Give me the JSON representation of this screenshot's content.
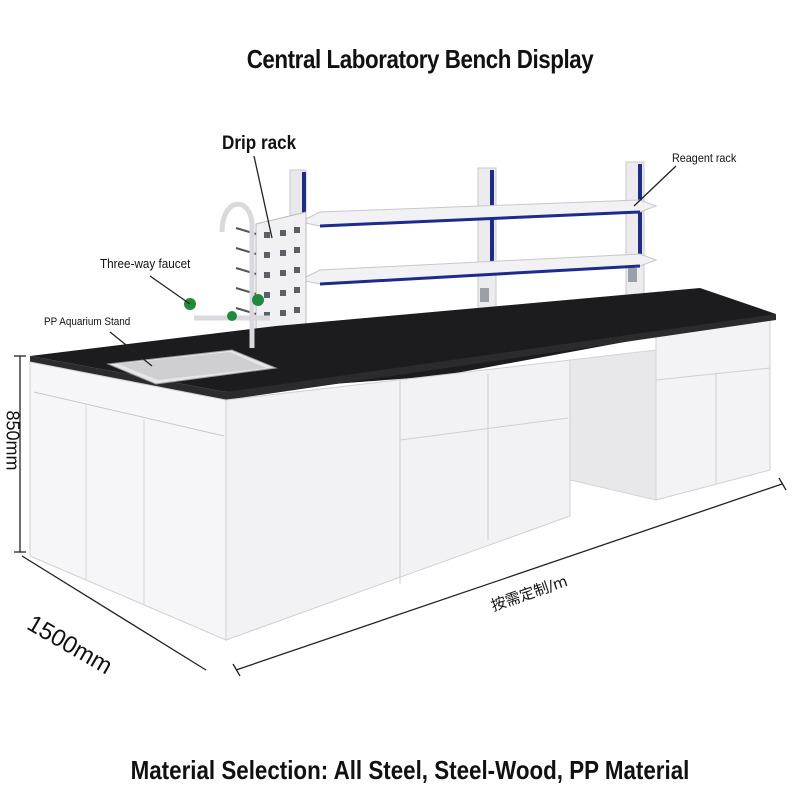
{
  "title": "Central Laboratory Bench Display",
  "labels": {
    "drip_rack": "Drip rack",
    "reagent_rack": "Reagent rack",
    "faucet": "Three-way faucet",
    "aquarium_stand": "PP Aquarium Stand"
  },
  "dimensions": {
    "height": "850mm",
    "depth": "1500mm",
    "length": "按需定制/m"
  },
  "caption": "Material Selection: All Steel, Steel-Wood, PP Material",
  "colors": {
    "worktop": "#1c1c1e",
    "cabinet": "#f4f4f6",
    "rack_accent": "#1e2a8c"
  }
}
